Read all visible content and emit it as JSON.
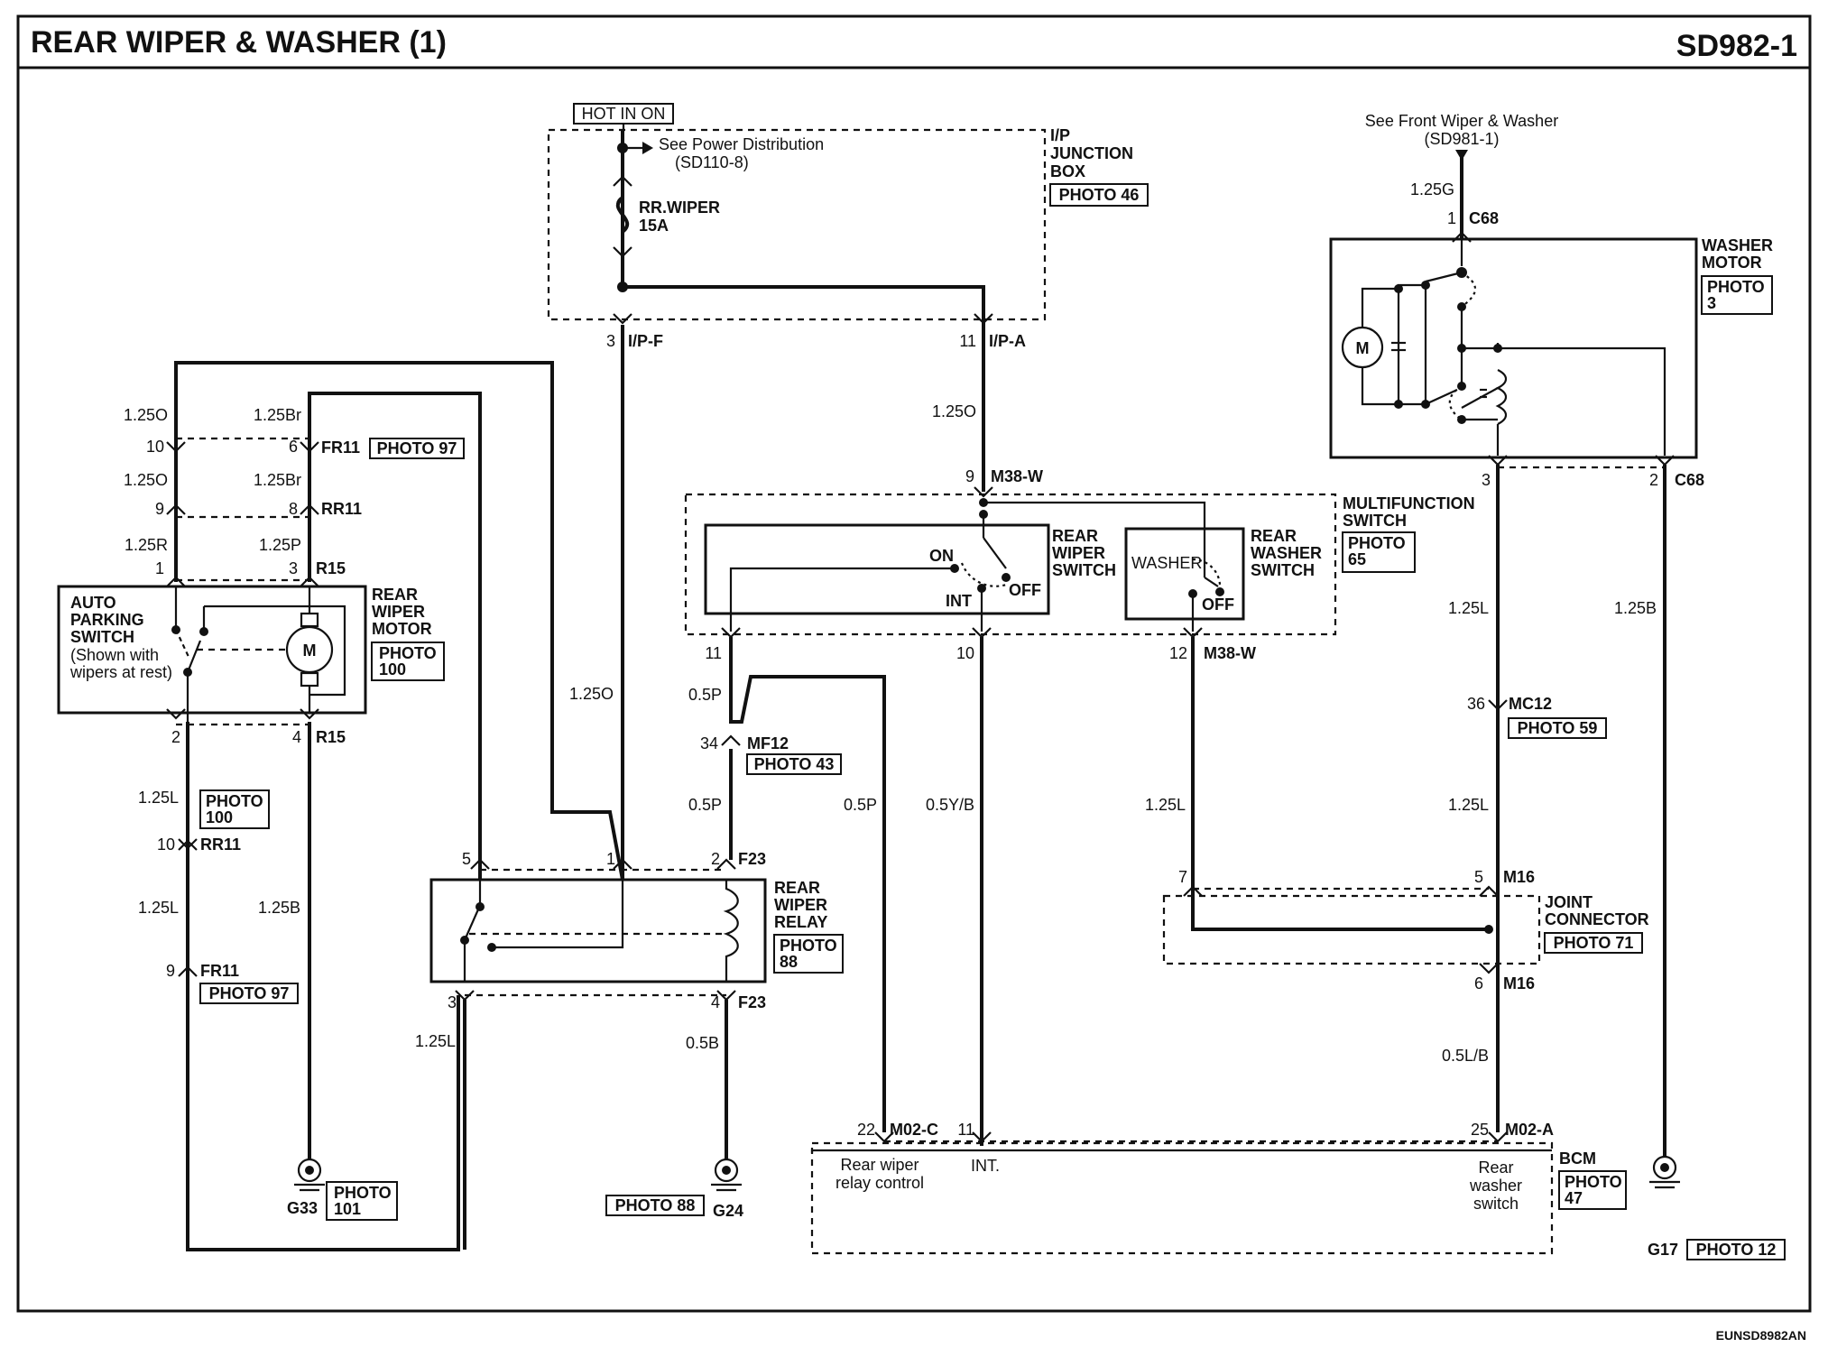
{
  "header": {
    "title": "REAR WIPER & WASHER (1)",
    "page_ref": "SD982-1"
  },
  "footer": {
    "image_code": "EUNSD8982AN"
  },
  "power": {
    "hot_label": "HOT IN ON",
    "see_power_1": "See Power Distribution",
    "see_power_2": "(SD110-8)",
    "fuse_name": "RR.WIPER",
    "fuse_rating": "15A",
    "junction_1": "I/P",
    "junction_2": "JUNCTION",
    "junction_3": "BOX",
    "junction_photo": "PHOTO 46",
    "pin_3": "3",
    "conn_ipf": "I/P-F",
    "pin_11": "11",
    "conn_ipa": "I/P-A"
  },
  "front_ref": {
    "line_1": "See Front Wiper & Washer",
    "line_2": "(SD981-1)"
  },
  "wires": {
    "w_125G": "1.25G",
    "w_125O": "1.25O",
    "w_125Br": "1.25Br",
    "w_125R": "1.25R",
    "w_125P": "1.25P",
    "w_125L": "1.25L",
    "w_125B": "1.25B",
    "w_05P": "0.5P",
    "w_05B": "0.5B",
    "w_05YB": "0.5Y/B",
    "w_05LB": "0.5L/B"
  },
  "connectors": {
    "fr11": "FR11",
    "rr11": "RR11",
    "r15": "R15",
    "m38w": "M38-W",
    "mf12": "MF12",
    "f23": "F23",
    "mc12": "MC12",
    "m16": "M16",
    "c68": "C68",
    "m02c": "M02-C",
    "m02a": "M02-A"
  },
  "pins": {
    "p1": "1",
    "p2": "2",
    "p3": "3",
    "p4": "4",
    "p5": "5",
    "p6": "6",
    "p7": "7",
    "p8": "8",
    "p9": "9",
    "p10": "10",
    "p11": "11",
    "p12": "12",
    "p22": "22",
    "p25": "25",
    "p34": "34",
    "p36": "36"
  },
  "photos": {
    "photo_97": "PHOTO 97",
    "photo_100": "PHOTO 100",
    "photo_101": "PHOTO 101",
    "photo_88": "PHOTO 88",
    "photo_43": "PHOTO 43",
    "photo_65": "PHOTO 65",
    "photo_59": "PHOTO 59",
    "photo_71": "PHOTO 71",
    "photo_47": "PHOTO 47",
    "photo_3": "PHOTO 3",
    "photo_12": "PHOTO 12"
  },
  "components": {
    "auto_parking_1": "AUTO",
    "auto_parking_2": "PARKING",
    "auto_parking_3": "SWITCH",
    "auto_parking_4": "(Shown with",
    "auto_parking_5": "wipers at rest)",
    "motor_glyph": "M",
    "rear_wiper_motor_1": "REAR",
    "rear_wiper_motor_2": "WIPER",
    "rear_wiper_motor_3": "MOTOR",
    "rear_wiper_relay_1": "REAR",
    "rear_wiper_relay_2": "WIPER",
    "rear_wiper_relay_3": "RELAY",
    "multifunction_1": "MULTIFUNCTION",
    "multifunction_2": "SWITCH",
    "rear_wiper_switch_1": "REAR",
    "rear_wiper_switch_2": "WIPER",
    "rear_wiper_switch_3": "SWITCH",
    "rear_washer_switch_1": "REAR",
    "rear_washer_switch_2": "WASHER",
    "rear_washer_switch_3": "SWITCH",
    "sw_on": "ON",
    "sw_off": "OFF",
    "sw_int": "INT",
    "sw_washer": "WASHER",
    "washer_motor_1": "WASHER",
    "washer_motor_2": "MOTOR",
    "joint_1": "JOINT",
    "joint_2": "CONNECTOR",
    "bcm": "BCM",
    "bcm_relay_1": "Rear wiper",
    "bcm_relay_2": "relay control",
    "bcm_int": "INT.",
    "bcm_washer_1": "Rear",
    "bcm_washer_2": "washer",
    "bcm_washer_3": "switch"
  },
  "grounds": {
    "g33": "G33",
    "g24": "G24",
    "g17": "G17"
  }
}
